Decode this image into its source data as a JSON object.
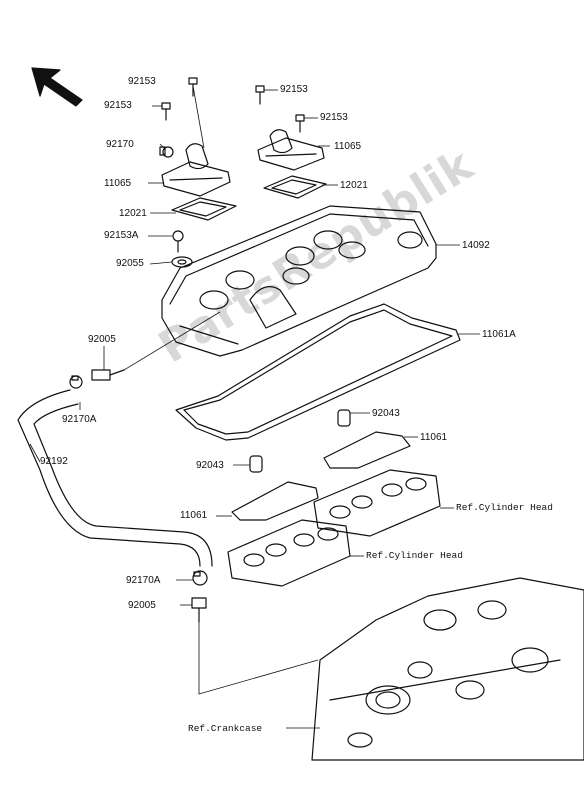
{
  "watermark": "PartsRepublik",
  "parts": {
    "bolt_top_left": "92153",
    "bolt_left": "92153",
    "bolt_top_right": "92153",
    "bolt_right": "92153",
    "clamp_top": "92170",
    "breather_cover_left": "11065",
    "breather_cover_right": "11065",
    "plate_left": "12021",
    "plate_right": "12021",
    "bolt_special": "92153A",
    "grommet": "92055",
    "head_cover": "14092",
    "gasket": "11061A",
    "fitting_top": "92005",
    "clamp_mid": "92170A",
    "hose": "92192",
    "collar_right": "92043",
    "collar_left": "92043",
    "gasket_small_right": "11061",
    "gasket_small_left": "11061",
    "ref_cylinder_head_right": "Ref.Cylinder Head",
    "ref_cylinder_head_left": "Ref.Cylinder Head",
    "clamp_bottom": "92170A",
    "fitting_bottom": "92005",
    "ref_crankcase": "Ref.Crankcase"
  }
}
